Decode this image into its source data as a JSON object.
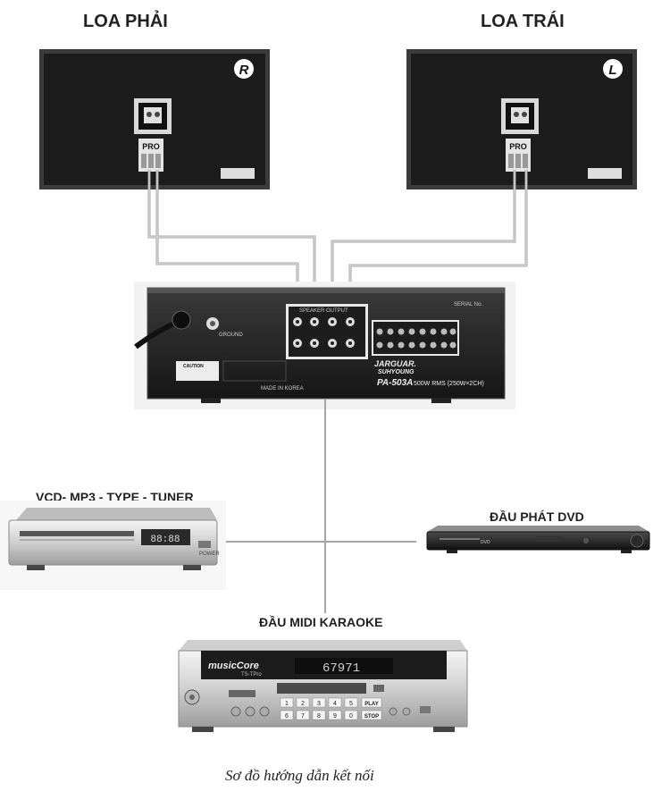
{
  "labels": {
    "right_speaker": "LOA PHẢI",
    "left_speaker": "LOA TRÁI",
    "right_badge": "R",
    "left_badge": "L",
    "vcd_player": "VCD- MP3 - TYPE - TUNER",
    "dvd_player": "ĐẦU PHÁT DVD",
    "midi_player": "ĐẦU MIDI KARAOKE",
    "caption": "Sơ đồ hướng dẫn kết nối"
  },
  "amplifier": {
    "brand_line1": "JARGUAR.",
    "brand_line2": "SUHYOUNG",
    "model": "PA-503A",
    "power": "500W RMS (250W×2CH)",
    "serial": "SERIAL No.",
    "ground": "GROUND",
    "speaker_output": "SPEAKER OUTPUT",
    "caution": "CAUTION",
    "made_in": "MADE IN KOREA"
  },
  "speaker_terminal": {
    "label": "PRO"
  },
  "vcd_device": {
    "display": "88:88",
    "button": "POWER"
  },
  "dvd_device": {
    "badge": "DVD"
  },
  "midi_device": {
    "brand": "musicCore",
    "model": "TS-TPro",
    "display": "67971",
    "keys": [
      "1",
      "2",
      "3",
      "4",
      "5",
      "6",
      "7",
      "8",
      "9",
      "0"
    ],
    "play": "PLAY",
    "stop": "STOP"
  },
  "colors": {
    "wire": "#9a9a9a",
    "speaker_body": "#1e1e1e",
    "amp_body": "#262626",
    "silver": "#d8d8d8"
  }
}
